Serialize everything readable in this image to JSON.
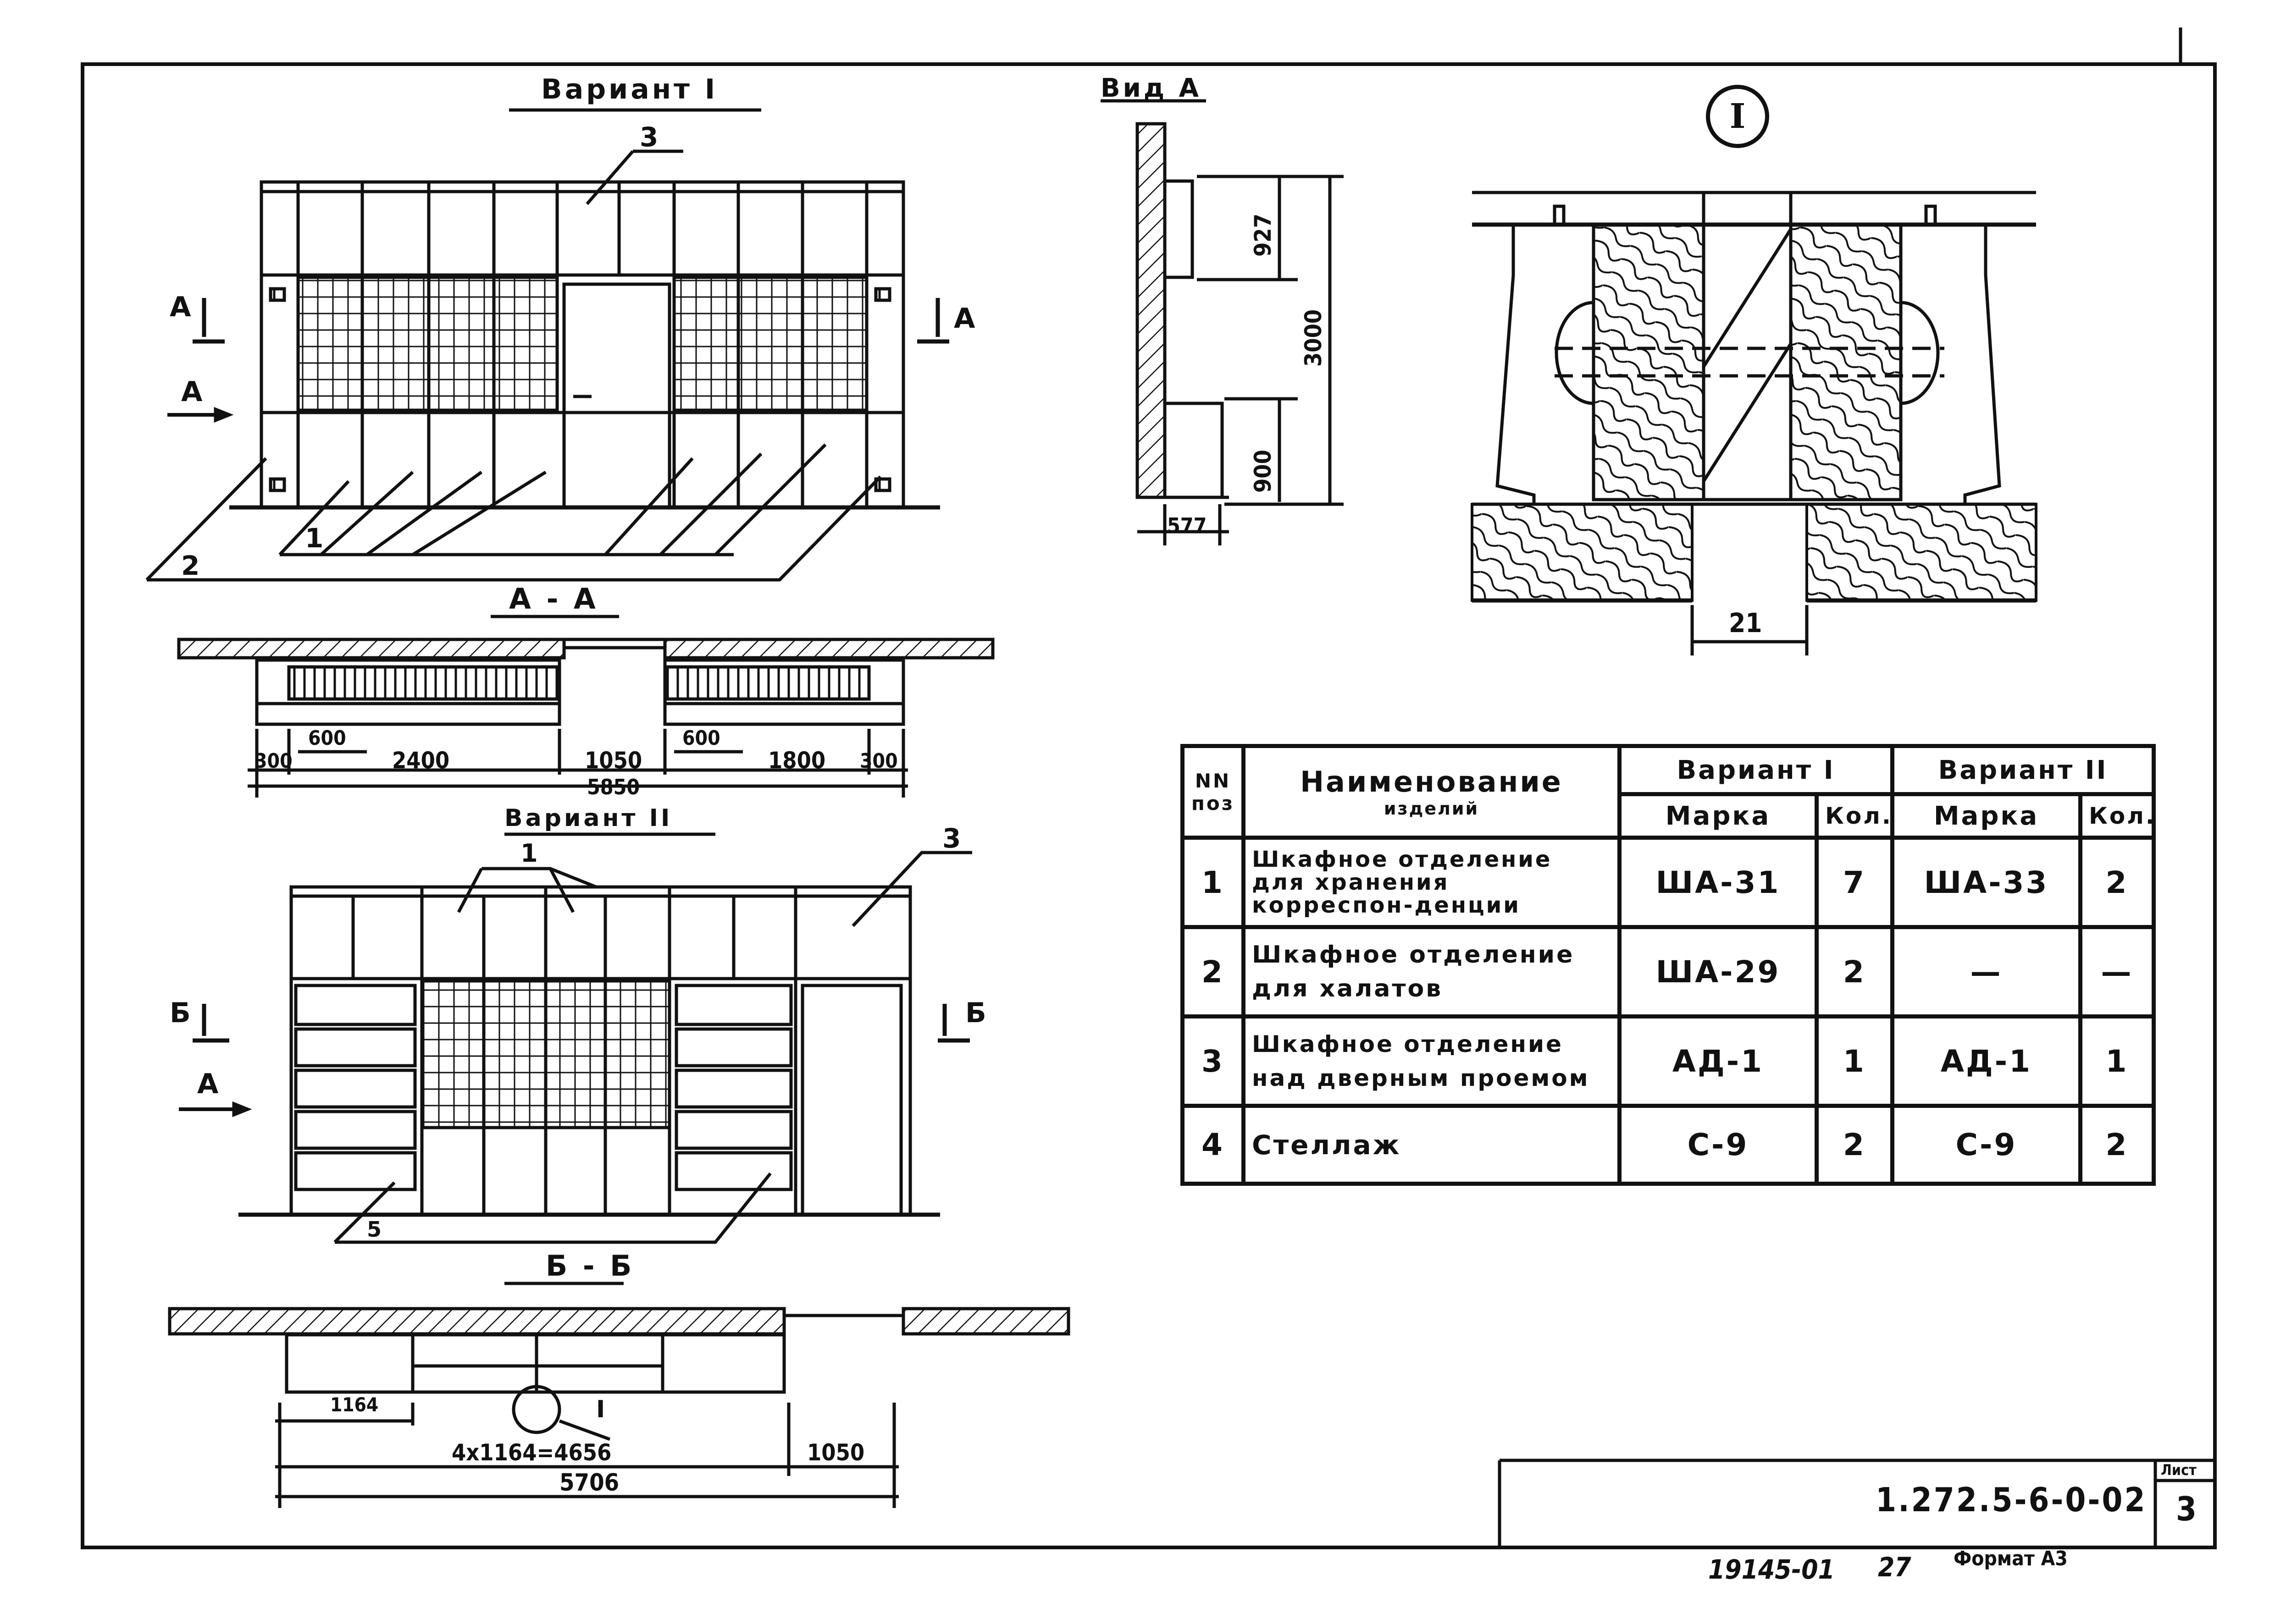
{
  "variant1": {
    "title": "Вариант I",
    "pos_labels": {
      "cabinet": "1",
      "robe_cabinet": "2",
      "door_top": "3"
    },
    "section_marks": {
      "a": "А",
      "view": "А"
    },
    "section_title": "А - А",
    "dims": [
      "300",
      "600",
      "2400",
      "1050",
      "600",
      "1800",
      "300",
      "5850"
    ]
  },
  "view_a": {
    "title": "Вид А",
    "dims": [
      "927",
      "3000",
      "900",
      "577"
    ]
  },
  "detail": {
    "mark": "I",
    "dim": "21"
  },
  "variant2": {
    "title": "Вариант II",
    "pos_labels": {
      "cabinet": "1",
      "door_top": "3",
      "rack": "5"
    },
    "section_marks": {
      "b": "Б",
      "view": "А"
    },
    "section_title": "Б - Б",
    "detail_ref": "I",
    "dims": [
      "1164",
      "4x1164=4656",
      "1050",
      "5706"
    ]
  },
  "spec_table": {
    "headers": {
      "pos": "NN поз",
      "name": "Наименование",
      "name_sub": "изделий",
      "variant1": "Вариант I",
      "variant2": "Вариант II",
      "mark": "Марка",
      "qty": "Кол."
    },
    "rows": [
      {
        "pos": "1",
        "name": "Шкафное отделение для хранения корреспон-денции",
        "v1_mark": "ША-31",
        "v1_qty": "7",
        "v2_mark": "ША-33",
        "v2_qty": "2"
      },
      {
        "pos": "2",
        "name": "Шкафное отделение для халатов",
        "v1_mark": "ША-29",
        "v1_qty": "2",
        "v2_mark": "—",
        "v2_qty": "—"
      },
      {
        "pos": "3",
        "name": "Шкафное отделение над дверным проемом",
        "v1_mark": "АД-1",
        "v1_qty": "1",
        "v2_mark": "АД-1",
        "v2_qty": "1"
      },
      {
        "pos": "4",
        "name": "Стеллаж",
        "v1_mark": "С-9",
        "v1_qty": "2",
        "v2_mark": "С-9",
        "v2_qty": "2"
      }
    ]
  },
  "stamp": {
    "doc_code": "1.272.5-6-0-02",
    "sheet_label": "Лист",
    "sheet_no": "3",
    "inventory": "19145-01",
    "page": "27",
    "format": "Формат А3"
  }
}
